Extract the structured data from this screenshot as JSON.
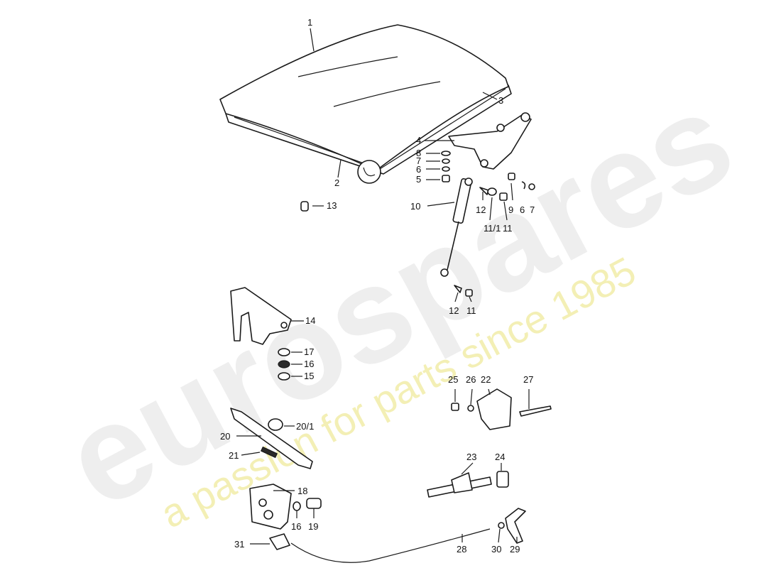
{
  "watermark": {
    "logo": "eurospares",
    "tagline": "a passion for parts since 1985",
    "logo_color": "#eeeeee",
    "tagline_color": "#f3efb5"
  },
  "colors": {
    "ink": "#1a1a1a",
    "background": "#ffffff"
  },
  "callouts": [
    {
      "id": "c1",
      "label": "1"
    },
    {
      "id": "c2",
      "label": "2"
    },
    {
      "id": "c3",
      "label": "3"
    },
    {
      "id": "c4",
      "label": "4"
    },
    {
      "id": "c8",
      "label": "8"
    },
    {
      "id": "c7a",
      "label": "7"
    },
    {
      "id": "c6a",
      "label": "6"
    },
    {
      "id": "c5",
      "label": "5"
    },
    {
      "id": "c13",
      "label": "13"
    },
    {
      "id": "c10",
      "label": "10"
    },
    {
      "id": "c12a",
      "label": "12"
    },
    {
      "id": "c9",
      "label": "9"
    },
    {
      "id": "c6b",
      "label": "6"
    },
    {
      "id": "c7b",
      "label": "7"
    },
    {
      "id": "c11_1",
      "label": "11/1"
    },
    {
      "id": "c11a",
      "label": "11"
    },
    {
      "id": "c12b",
      "label": "12"
    },
    {
      "id": "c11b",
      "label": "11"
    },
    {
      "id": "c14",
      "label": "14"
    },
    {
      "id": "c17",
      "label": "17"
    },
    {
      "id": "c16a",
      "label": "16"
    },
    {
      "id": "c15",
      "label": "15"
    },
    {
      "id": "c25",
      "label": "25"
    },
    {
      "id": "c26",
      "label": "26"
    },
    {
      "id": "c22",
      "label": "22"
    },
    {
      "id": "c27",
      "label": "27"
    },
    {
      "id": "c20_1",
      "label": "20/1"
    },
    {
      "id": "c20",
      "label": "20"
    },
    {
      "id": "c21",
      "label": "21"
    },
    {
      "id": "c23",
      "label": "23"
    },
    {
      "id": "c24",
      "label": "24"
    },
    {
      "id": "c18",
      "label": "18"
    },
    {
      "id": "c16b",
      "label": "16"
    },
    {
      "id": "c19",
      "label": "19"
    },
    {
      "id": "c31",
      "label": "31"
    },
    {
      "id": "c28",
      "label": "28"
    },
    {
      "id": "c30",
      "label": "30"
    },
    {
      "id": "c29",
      "label": "29"
    }
  ]
}
